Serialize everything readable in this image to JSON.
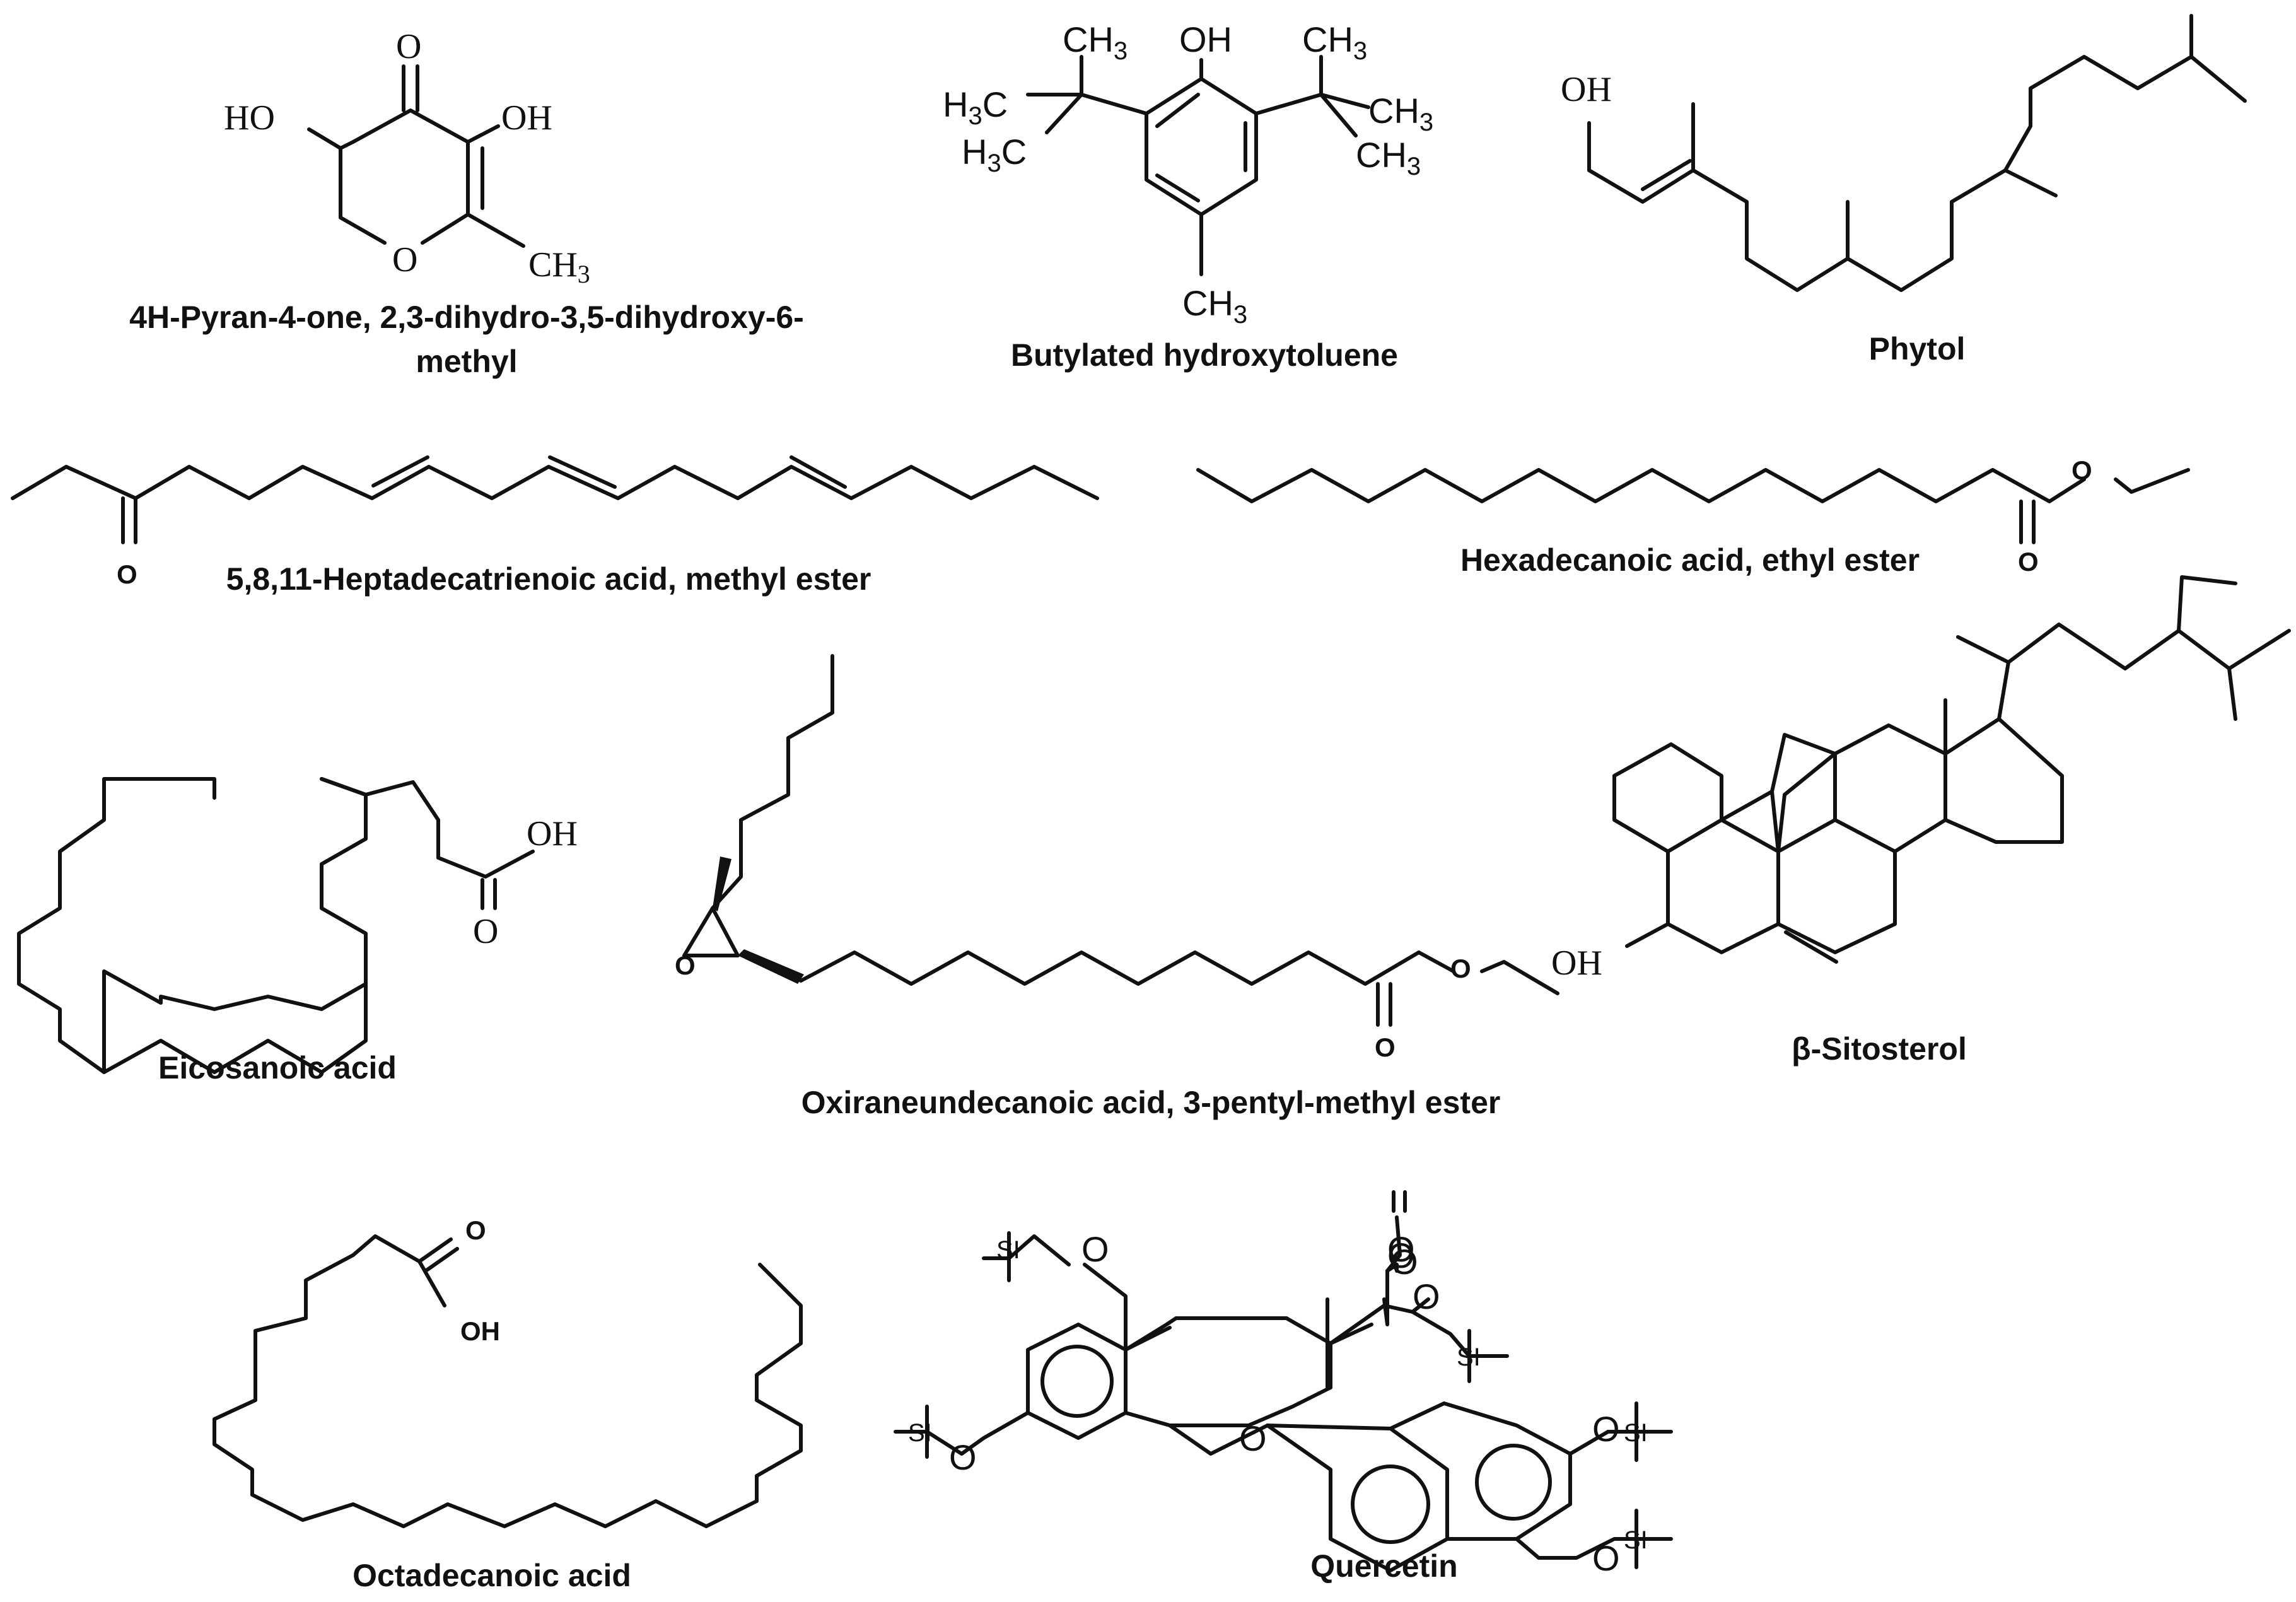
{
  "compounds": [
    {
      "id": "pyranone",
      "name": "4H-Pyran-4-one, 2,3-dihydro-3,5-dihydroxy-6-",
      "name_line2": "methyl"
    },
    {
      "id": "bht",
      "name": "Butylated hydroxytoluene"
    },
    {
      "id": "phytol",
      "name": "Phytol"
    },
    {
      "id": "heptadecatrienoic",
      "name": "5,8,11-Heptadecatrienoic acid, methyl ester"
    },
    {
      "id": "hexadecanoic",
      "name": "Hexadecanoic acid, ethyl ester"
    },
    {
      "id": "eicosanoic",
      "name": "Eicosanoic acid"
    },
    {
      "id": "oxirane",
      "name": "Oxiraneundecanoic acid, 3-pentyl-methyl  ester"
    },
    {
      "id": "sitosterol",
      "name": "β-Sitosterol"
    },
    {
      "id": "octadecanoic",
      "name": "Octadecanoic acid"
    },
    {
      "id": "quercetin",
      "name": "Quercetin"
    }
  ],
  "labels": {
    "O": "O",
    "OH": "OH",
    "HO": "HO",
    "CH3": "CH",
    "sub3": "3",
    "H3C": "H",
    "C": "C",
    "Si": "SI"
  }
}
